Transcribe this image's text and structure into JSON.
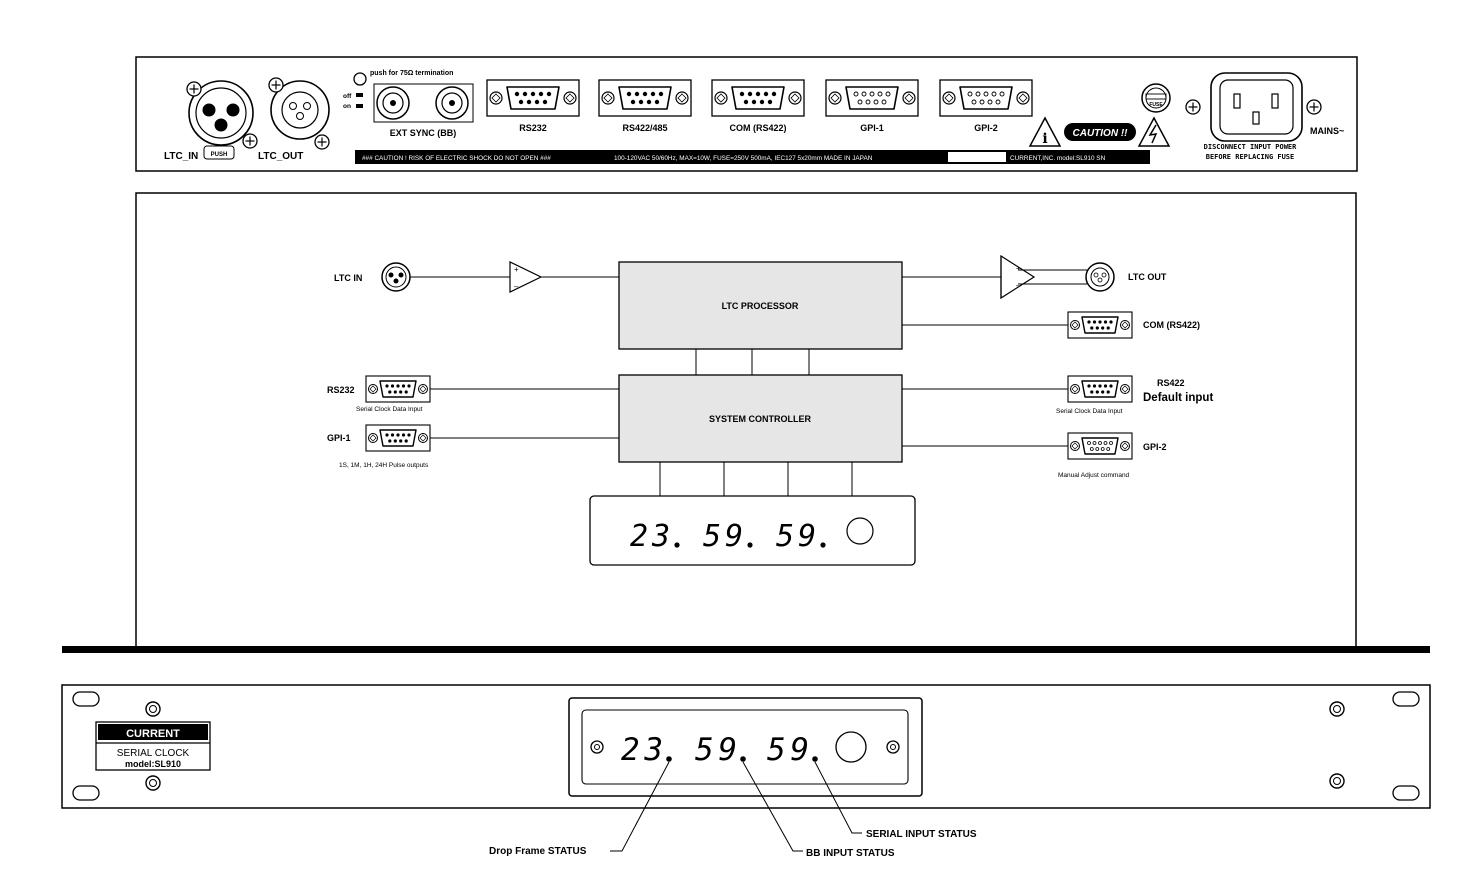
{
  "rear_panel": {
    "ltc_in": "LTC_IN",
    "push": "PUSH",
    "ltc_out": "LTC_OUT",
    "push_termination": "push for 75Ω termination",
    "off": "off",
    "on": "on",
    "ext_sync": "EXT SYNC (BB)",
    "ports": [
      "RS232",
      "RS422/485",
      "COM (RS422)",
      "GPI-1",
      "GPI-2"
    ],
    "caution": "CAUTION !!",
    "fuse": "FUSE",
    "mains": "MAINS~",
    "disconnect_1": "DISCONNECT INPUT POWER",
    "disconnect_2": "BEFORE REPLACING FUSE",
    "label_strip_left": "### CAUTION ! RISK OF ELECTRIC SHOCK DO NOT OPEN ###",
    "label_strip_mid": "100-120VAC 50/60Hz, MAX=10W, FUSE=250V 500mA, IEC127 5x20mm MADE IN JAPAN",
    "label_strip_right": "CURRENT,INC. model:SL910 SN"
  },
  "block_diagram": {
    "ltc_in": "LTC IN",
    "ltc_out": "LTC OUT",
    "ltc_processor": "LTC PROCESSOR",
    "system_controller": "SYSTEM CONTROLLER",
    "com_rs422": "COM (RS422)",
    "rs232": "RS232",
    "rs232_sub": "Serial Clock Data Input",
    "gpi1": "GPI-1",
    "gpi1_sub": "1S, 1M, 1H, 24H Pulse outputs",
    "rs422": "RS422",
    "rs422_default": "Default input",
    "rs422_sub": "Serial Clock Data Input",
    "gpi2": "GPI-2",
    "gpi2_sub": "Manual Adjust command",
    "display": {
      "d1": "23",
      "d2": "59",
      "d3": "59"
    }
  },
  "front_panel": {
    "brand": "CURRENT",
    "product": "SERIAL CLOCK",
    "model": "model:SL910",
    "display": {
      "d1": "23",
      "d2": "59",
      "d3": "59"
    },
    "callouts": {
      "drop_frame": "Drop Frame STATUS",
      "bb_input": "BB INPUT STATUS",
      "serial_input": "SERIAL INPUT STATUS"
    }
  }
}
